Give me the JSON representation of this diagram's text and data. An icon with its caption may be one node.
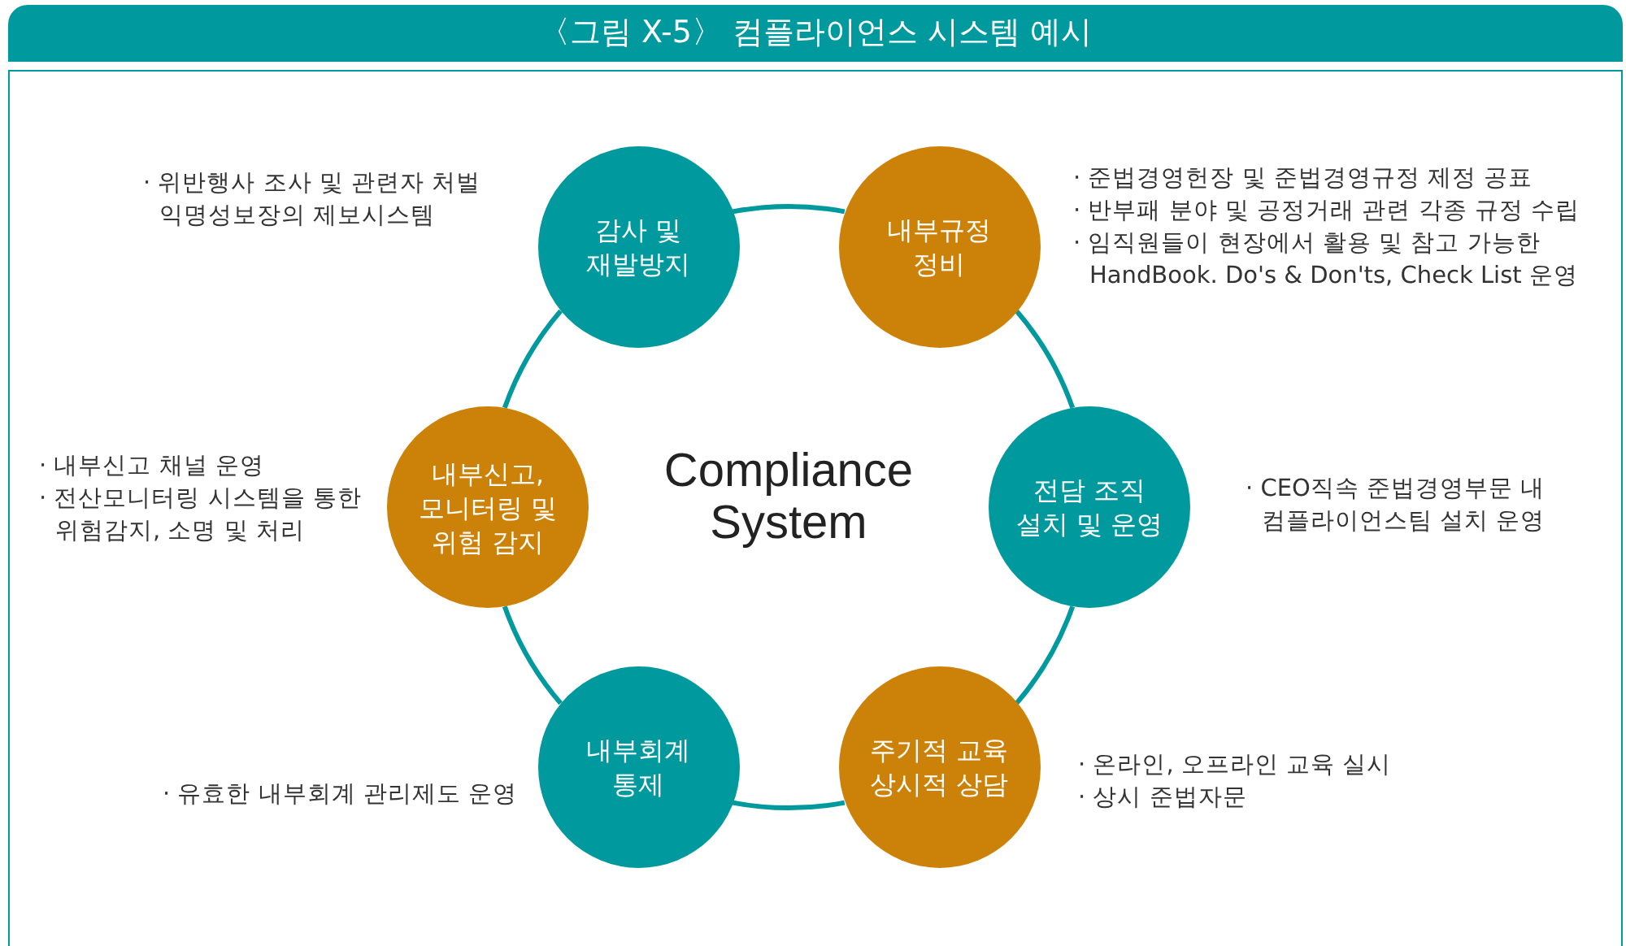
{
  "diagram": {
    "title": "〈그림 X-5〉 컴플라이언스 시스템 예시",
    "nodes": [
      {
        "text": [
          "감사 및 재발방지"
        ],
        "beside": [
          "· 위반행사 조사 및 관련자 처벌 익명성보장의 제보시스템"
        ]
      },
      {
        "text": [
          "내부규정 정비"
        ],
        "beside": [
          "· 준법경영헌장 및 준법경영규정 제정 공표",
          "· 반부패 분야 및 공정거래 관련 각종 규정 수립",
          "· 임직원들이 현장에서 활용 및 참고 가능한 HandBook. Do's & Don'ts, Check List 운영"
        ]
      },
      {
        "text": [
          "전담 조직 설치 및 운영"
        ],
        "beside": [
          "· CEO직속 준법경영부문 내 컴플라이언스팀 설치 운영"
        ]
      },
      {
        "text": [
          "주기적 교육 상시적 상담"
        ],
        "beside": [
          "· 온라인, 오프라인 교육 실시",
          "· 상시 준법자문"
        ]
      },
      {
        "text": [
          "내부회계 통제"
        ],
        "beside": [
          "· 유효한 내부회계 관리제도 운영"
        ]
      },
      {
        "text": [
          "내부신고, 모니터링 및 위험 감지"
        ],
        "beside": [
          "· 내부신고 채널 운영",
          "· 전산모니터링 시스템을 통한 위험감지, 소명 및 처리"
        ]
      }
    ],
    "edges": [
      {
        "from": 0,
        "to": 1,
        "arrow": "none"
      },
      {
        "from": 1,
        "to": 2,
        "arrow": "none"
      },
      {
        "from": 2,
        "to": 3,
        "arrow": "none"
      },
      {
        "from": 3,
        "to": 4,
        "arrow": "none"
      },
      {
        "from": 4,
        "to": 5,
        "arrow": "none"
      },
      {
        "from": 5,
        "to": 0,
        "arrow": "none"
      }
    ],
    "labels": [
      "Compliance System"
    ]
  }
}
